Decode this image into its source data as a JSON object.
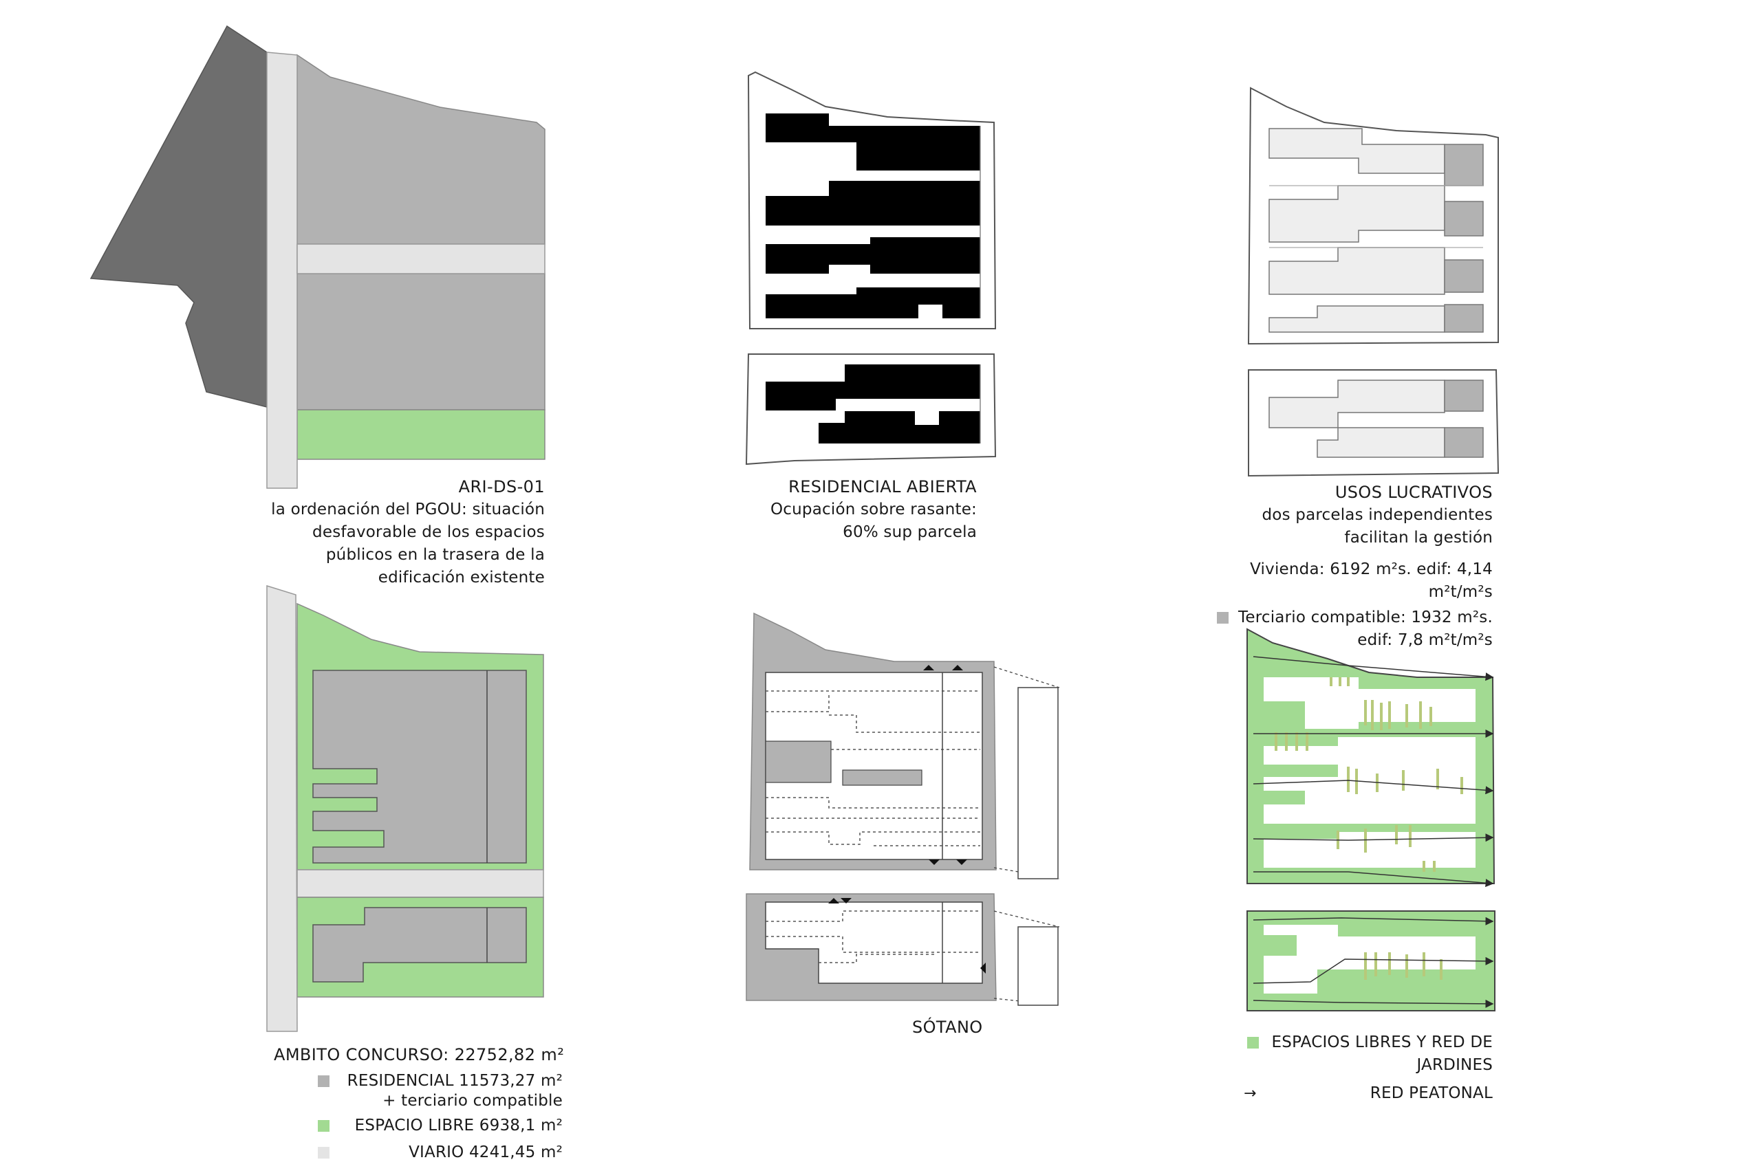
{
  "colors": {
    "dark_gray": "#6e6e6e",
    "mid_gray": "#b2b2b2",
    "light_gray": "#e4e4e4",
    "pale_gray": "#eeeeee",
    "green": "#a2da92",
    "plant_green": "#b7c97a",
    "black": "#000000",
    "line": "#666666"
  },
  "icons": [
    "residential-swatch-icon",
    "green-swatch-icon",
    "road-swatch-icon",
    "terciario-swatch-icon",
    "arrow-icon"
  ],
  "panel1": {
    "title": "ARI-DS-01",
    "lines": [
      "la ordenación del PGOU: situación",
      "desfavorable de los espacios",
      "públicos en la trasera de la",
      "edificación existente"
    ]
  },
  "panel2": {
    "title": "RESIDENCIAL ABIERTA",
    "lines": [
      "Ocupación sobre rasante:",
      "60% sup parcela"
    ]
  },
  "panel3": {
    "title": "USOS LUCRATIVOS",
    "lines": [
      "dos parcelas independientes",
      "facilitan la gestión"
    ],
    "vivienda": [
      "Vivienda: 6192 m²s. edif: 4,14",
      "m²t/m²s"
    ],
    "terciario": [
      "Terciario compatible: 1932 m²s.",
      "edif: 7,8 m²t/m²s"
    ]
  },
  "panel4": {
    "title": "AMBITO CONCURSO: 22752,82 m²",
    "residencial": [
      "RESIDENCIAL 11573,27 m²",
      "+ terciario compatible"
    ],
    "espacio_libre": "ESPACIO LIBRE 6938,1 m²",
    "viario": "VIARIO 4241,45 m²"
  },
  "panel5": {
    "label": "SÓTANO"
  },
  "panel6": {
    "espacios": [
      "ESPACIOS LIBRES Y RED DE",
      "JARDINES"
    ],
    "red": "RED PEATONAL"
  }
}
